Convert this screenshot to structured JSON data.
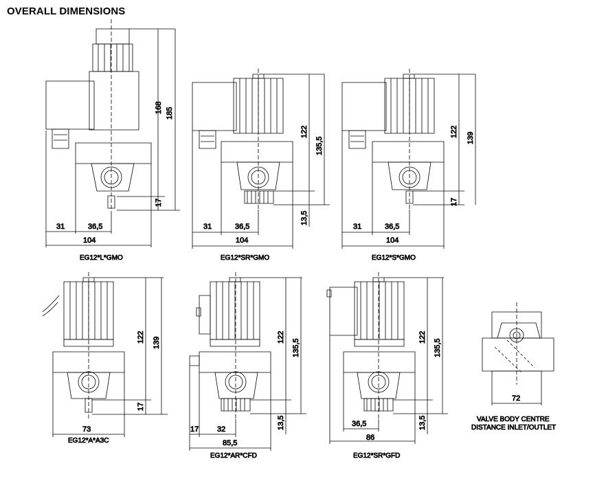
{
  "title": "OVERALL DIMENSIONS",
  "figures": [
    {
      "caption": "EG12*L*GMO",
      "height_a": "168",
      "height_b": "185",
      "bottom": "17",
      "left_a": "31",
      "left_b": "36,5",
      "width": "104"
    },
    {
      "caption": "EG12*SR*GMO",
      "height_a": "122",
      "height_b": "135,5",
      "bottom": "13,5",
      "left_a": "31",
      "left_b": "36,5",
      "width": "104"
    },
    {
      "caption": "EG12*S*GMO",
      "height_a": "122",
      "height_b": "139",
      "bottom": "17",
      "left_a": "31",
      "left_b": "36,5",
      "width": "104"
    },
    {
      "caption": "EG12*A*A3C",
      "height_a": "122",
      "height_b": "139",
      "bottom": "17",
      "width": "73"
    },
    {
      "caption": "EG12*AR*CFD",
      "height_a": "122",
      "height_b": "135,5",
      "bottom": "13,5",
      "left_a": "17",
      "left_b": "32",
      "width": "85,5"
    },
    {
      "caption": "EG12*SR*GFD",
      "height_a": "122",
      "height_b": "135,5",
      "bottom": "13,5",
      "left_b": "36,5",
      "width": "86"
    }
  ],
  "valve_body": {
    "width": "72",
    "caption_line1": "VALVE BODY CENTRE",
    "caption_line2": "DISTANCE INLET/OUTLET"
  }
}
